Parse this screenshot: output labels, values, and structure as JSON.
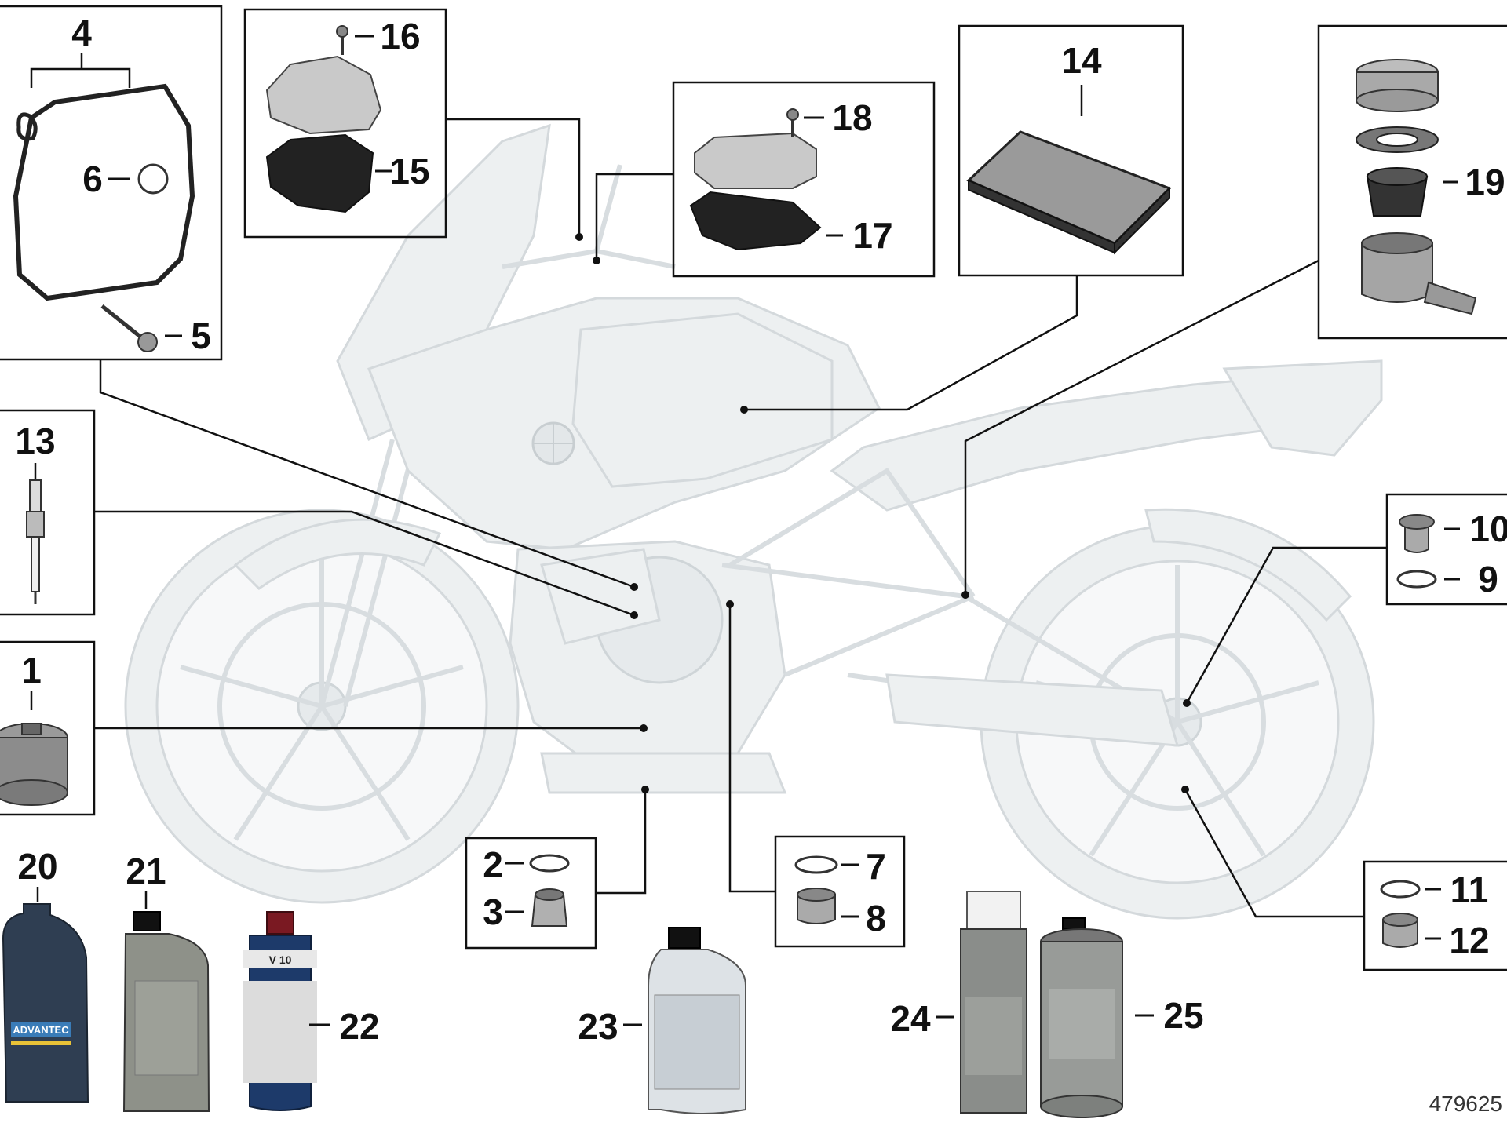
{
  "diagram": {
    "reference_number": "479625",
    "callouts": {
      "c1": "1",
      "c2": "2",
      "c3": "3",
      "c4": "4",
      "c5": "5",
      "c6": "6",
      "c7": "7",
      "c8": "8",
      "c9": "9",
      "c10": "10",
      "c11": "11",
      "c12": "12",
      "c13": "13",
      "c14": "14",
      "c15": "15",
      "c16": "16",
      "c17": "17",
      "c18": "18",
      "c19": "19",
      "c20": "20",
      "c21": "21",
      "c22": "22",
      "c23": "23",
      "c24": "24",
      "c25": "25"
    },
    "product_labels": {
      "oil_bottle_brand": "ADVANTEC",
      "fluid_bottle_label": "V 10"
    }
  }
}
